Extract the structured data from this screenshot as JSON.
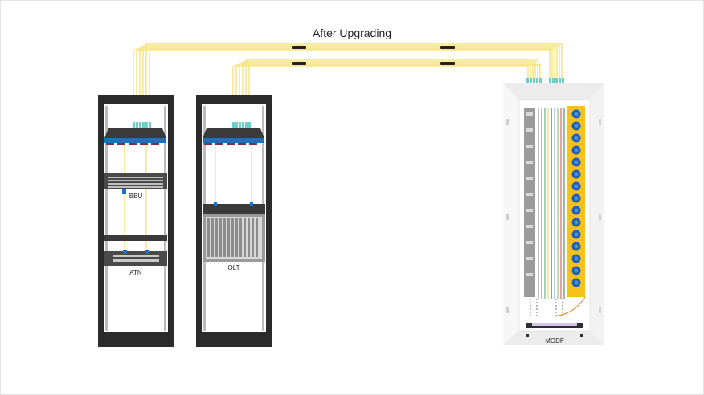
{
  "title": "After Upgrading",
  "labels": {
    "bbu": "BBU",
    "atn": "ATN",
    "olt": "OLT",
    "modf": "MODF"
  },
  "colors": {
    "fiber": "#f3df6a",
    "rack": "#2b2b2b",
    "panel_blue": "#1e6fc0",
    "panel_red": "#8a2a3c",
    "modf_body": "#eeeeee",
    "modf_yellow": "#f5c21b",
    "modf_port": "#1f5fb5"
  }
}
